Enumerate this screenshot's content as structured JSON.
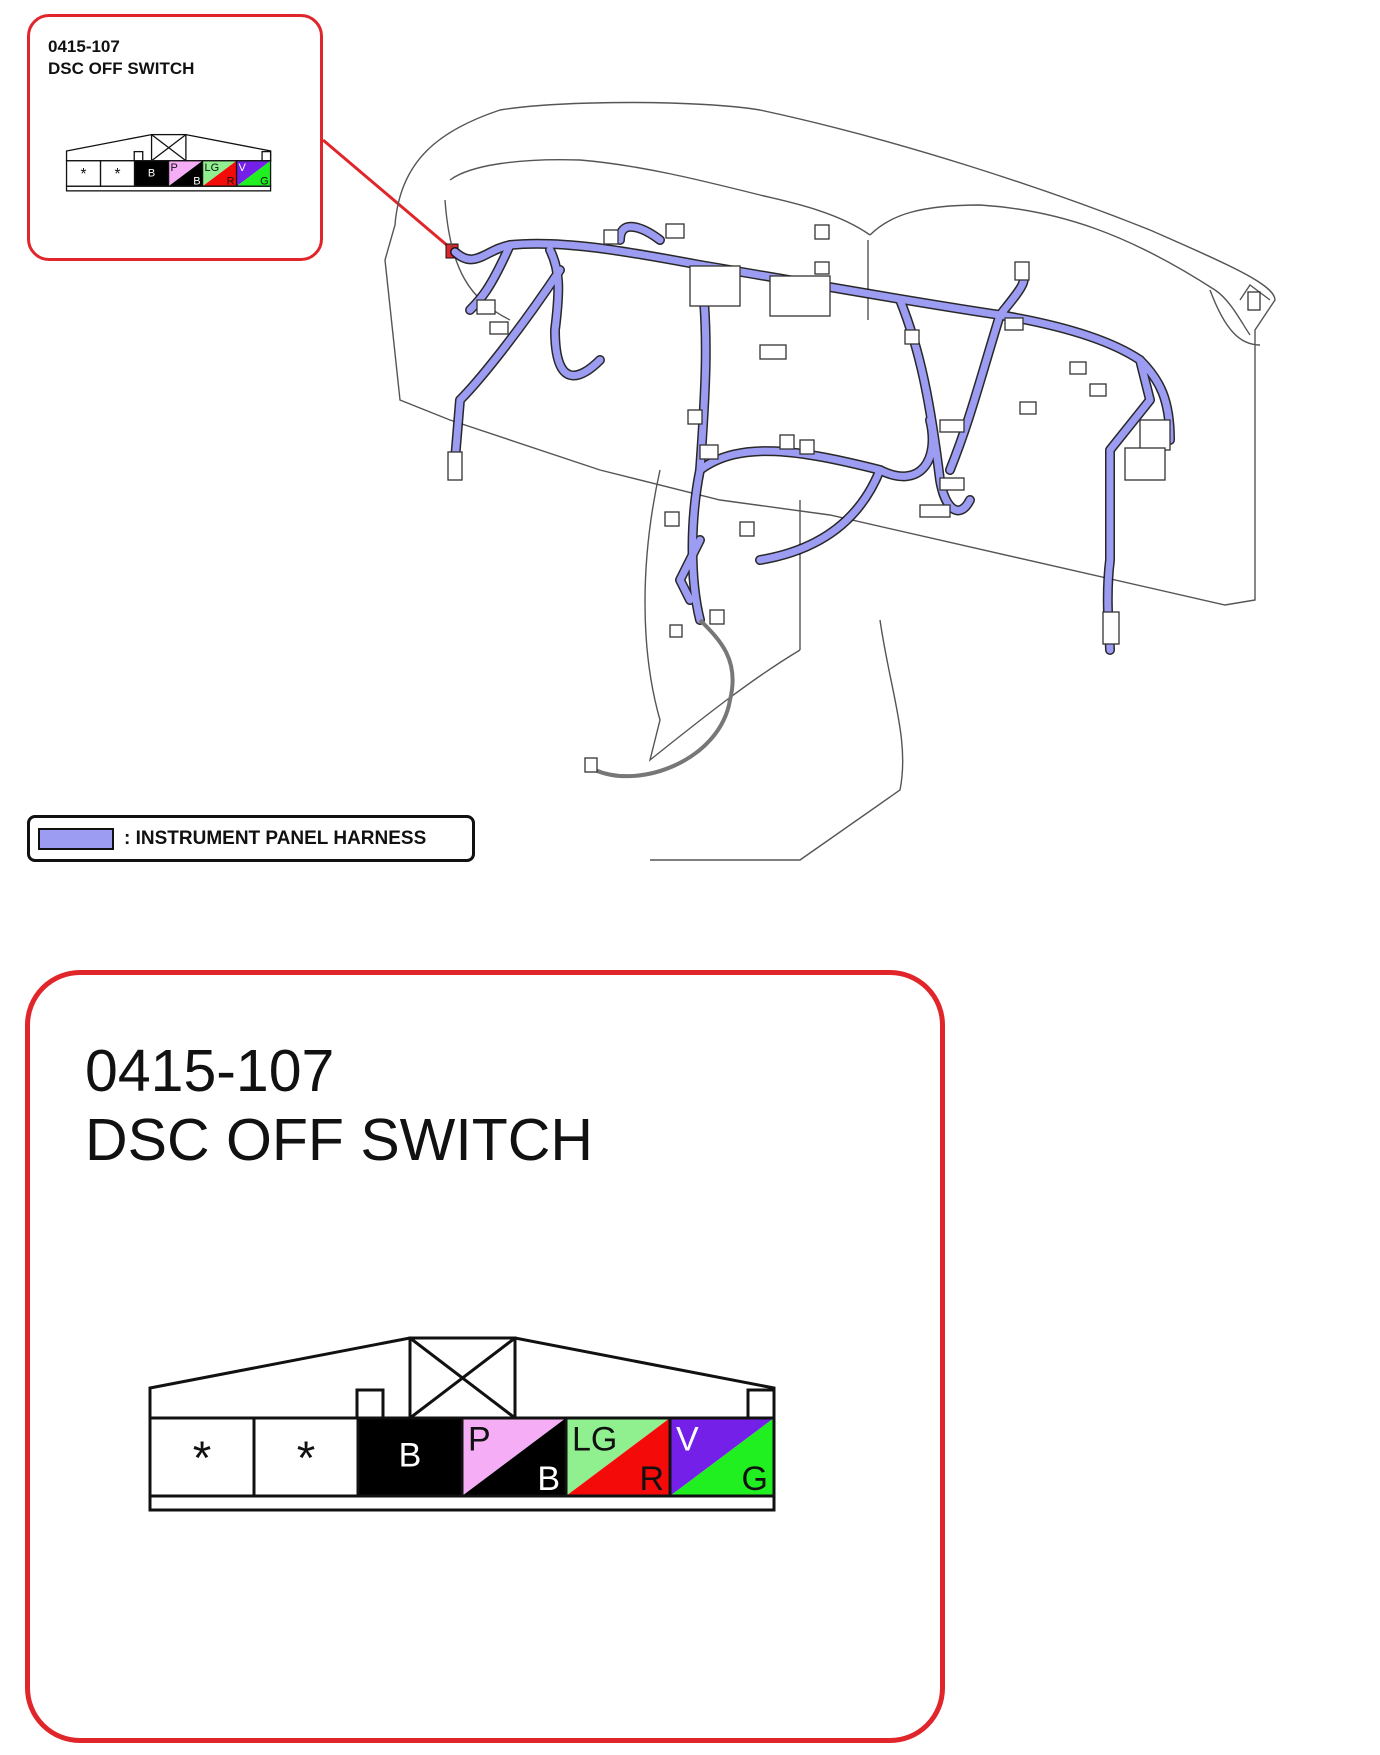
{
  "connector": {
    "code": "0415-107",
    "name": "DSC OFF SWITCH",
    "cavities": [
      {
        "top": "*",
        "bottom": "",
        "top_color": "#ffffff",
        "bottom_color": "#ffffff"
      },
      {
        "top": "*",
        "bottom": "",
        "top_color": "#ffffff",
        "bottom_color": "#ffffff"
      },
      {
        "top": "B",
        "bottom": "",
        "top_color": "#000000",
        "bottom_color": "#000000"
      },
      {
        "top": "P",
        "bottom": "B",
        "top_color": "#f5aef5",
        "bottom_color": "#000000"
      },
      {
        "top": "LG",
        "bottom": "R",
        "top_color": "#90f090",
        "bottom_color": "#f50a0a"
      },
      {
        "top": "V",
        "bottom": "G",
        "top_color": "#7420e8",
        "bottom_color": "#20f020"
      }
    ]
  },
  "legend": {
    "label": ": INSTRUMENT PANEL HARNESS",
    "swatch_color": "#9c9cf3"
  },
  "colors": {
    "callout_border": "#e0262a",
    "harness": "#9c9cf3",
    "outline": "#555555"
  }
}
